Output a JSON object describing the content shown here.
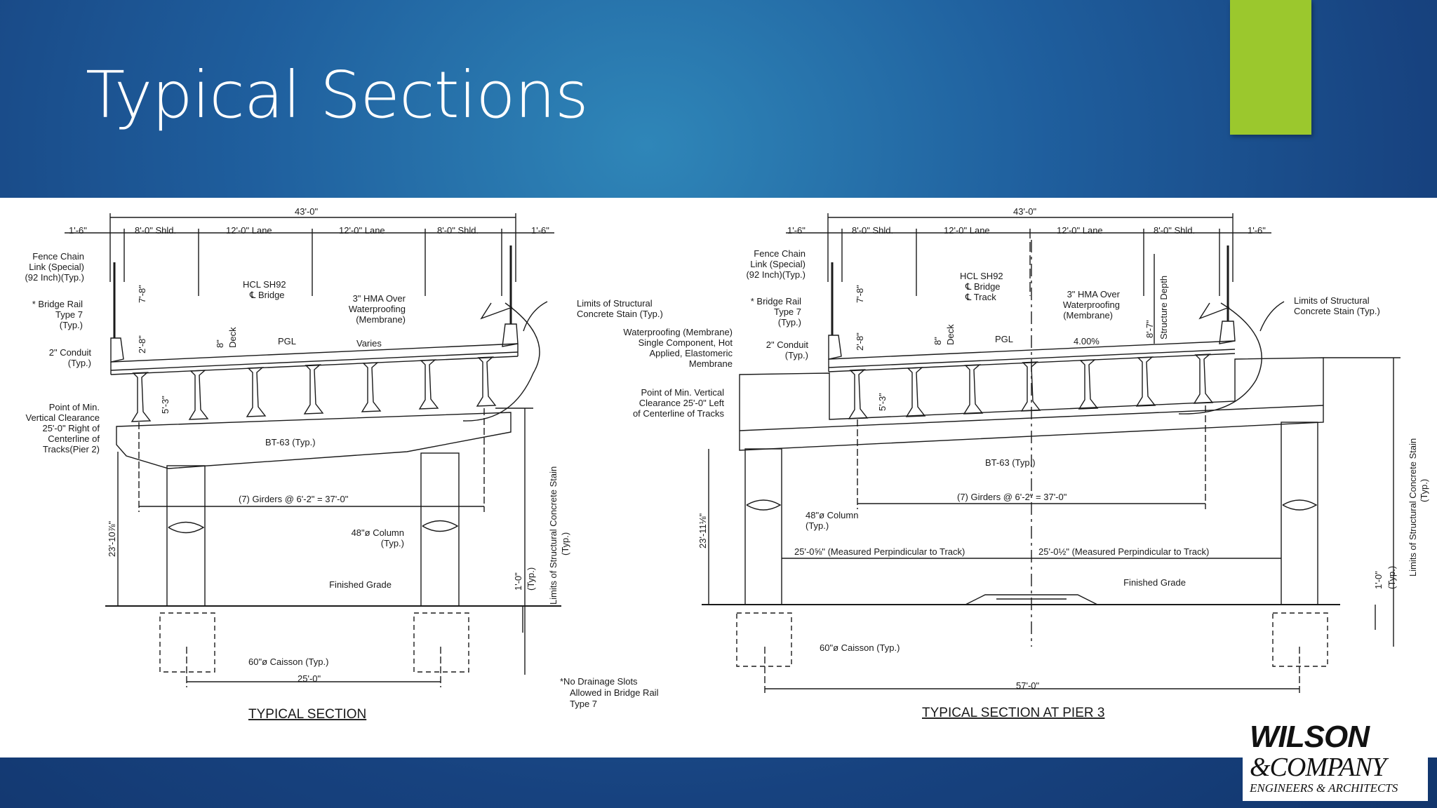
{
  "slide": {
    "title": "Typical Sections",
    "accent_color": "#9bc82d",
    "background_color": "#1a4f8f"
  },
  "logo": {
    "line1": "WILSON",
    "line2": "&COMPANY",
    "line3": "ENGINEERS & ARCHITECTS"
  },
  "left_section": {
    "title": "TYPICAL SECTION",
    "overall_width": "43'-0\"",
    "dims_top": [
      "1'-6\"",
      "8'-0\" Shld.",
      "12'-0\" Lane",
      "12'-0\" Lane",
      "8'-0\" Shld.",
      "1'-6\""
    ],
    "fence_label": [
      "Fence Chain",
      "Link (Special)",
      "(92 Inch)(Typ.)"
    ],
    "rail_label": [
      "* Bridge Rail",
      "Type 7",
      "(Typ.)"
    ],
    "conduit_label": [
      "2\" Conduit",
      "(Typ.)"
    ],
    "clearance_label": [
      "Point of Min.",
      "Vertical Clearance",
      "25'-0\" Right of",
      "Centerline of",
      "Tracks(Pier 2)"
    ],
    "hcl_label": [
      "HCL SH92",
      "℄ Bridge"
    ],
    "hma_label": [
      "3\" HMA Over",
      "Waterproofing",
      "(Membrane)"
    ],
    "pgl": "PGL",
    "varies": "Varies",
    "limits_label": [
      "Limits of Structural",
      "Concrete Stain (Typ.)"
    ],
    "dim_fence": "7'-8\"",
    "dim_rail": "2'-8\"",
    "dim_deck": [
      "8\"",
      "Deck"
    ],
    "dim_girder": "5'-3\"",
    "girder_label": "BT-63 (Typ.)",
    "girders": "(7) Girders @ 6'-2\" = 37'-0\"",
    "column_label": [
      "48\"ø Column",
      "(Typ.)"
    ],
    "grade_label": "Finished Grade",
    "dim_one_ft": [
      "1'-0\"",
      "(Typ.)"
    ],
    "limits_vertical": [
      "Limits of Structural Concrete Stain",
      "(Typ.)"
    ],
    "dim_height": "23'-10⅞\"",
    "caisson_label": "60\"ø Caisson (Typ.)",
    "dim_spacing": "25'-0\"",
    "note": [
      "*No Drainage Slots",
      "Allowed in Bridge Rail",
      "Type 7"
    ]
  },
  "right_section": {
    "title": "TYPICAL SECTION AT PIER 3",
    "overall_width": "43'-0\"",
    "dims_top": [
      "1'-6\"",
      "8'-0\" Shld.",
      "12'-0\" Lane",
      "12'-0\" Lane",
      "8'-0\" Shld.",
      "1'-6\""
    ],
    "fence_label": [
      "Fence Chain",
      "Link (Special)",
      "(92 Inch)(Typ.)"
    ],
    "rail_label": [
      "* Bridge Rail",
      "Type 7",
      "(Typ.)"
    ],
    "conduit_label": [
      "2\" Conduit",
      "(Typ.)"
    ],
    "waterproof_label": [
      "Waterproofing (Membrane)",
      "Single Component, Hot",
      "Applied, Elastomeric",
      "Membrane"
    ],
    "clearance_label": [
      "Point of Min. Vertical",
      "Clearance 25'-0\" Left",
      "of Centerline of Tracks"
    ],
    "hcl_label": [
      "HCL SH92",
      "℄ Bridge",
      "℄ Track"
    ],
    "hma_label": [
      "3\" HMA Over",
      "Waterproofing",
      "(Membrane)"
    ],
    "pgl": "PGL",
    "slope": "4.00%",
    "structure_depth": [
      "8'-7\"",
      "Structure Depth"
    ],
    "limits_label": [
      "Limits of Structural",
      "Concrete Stain (Typ.)"
    ],
    "dim_fence": "7'-8\"",
    "dim_rail": "2'-8\"",
    "dim_deck": [
      "8\"",
      "Deck"
    ],
    "dim_girder": "5'-3\"",
    "girder_label": "BT-63 (Typ.)",
    "girders": "(7) Girders @ 6'-2\" = 37'-0\"",
    "column_label": [
      "48\"ø Column",
      "(Typ.)"
    ],
    "measure_left": "25'-0⅝\" (Measured Perpindicular to Track)",
    "measure_right": "25'-0½\" (Measured Perpindicular to Track)",
    "grade_label": "Finished Grade",
    "dim_one_ft": [
      "1'-0\"",
      "(Typ.)"
    ],
    "limits_vertical": [
      "Limits of Structural Concrete Stain",
      "(Typ.)"
    ],
    "dim_height": "23'-11⅛\"",
    "caisson_label": "60\"ø Caisson (Typ.)",
    "dim_spacing": "57'-0\""
  }
}
